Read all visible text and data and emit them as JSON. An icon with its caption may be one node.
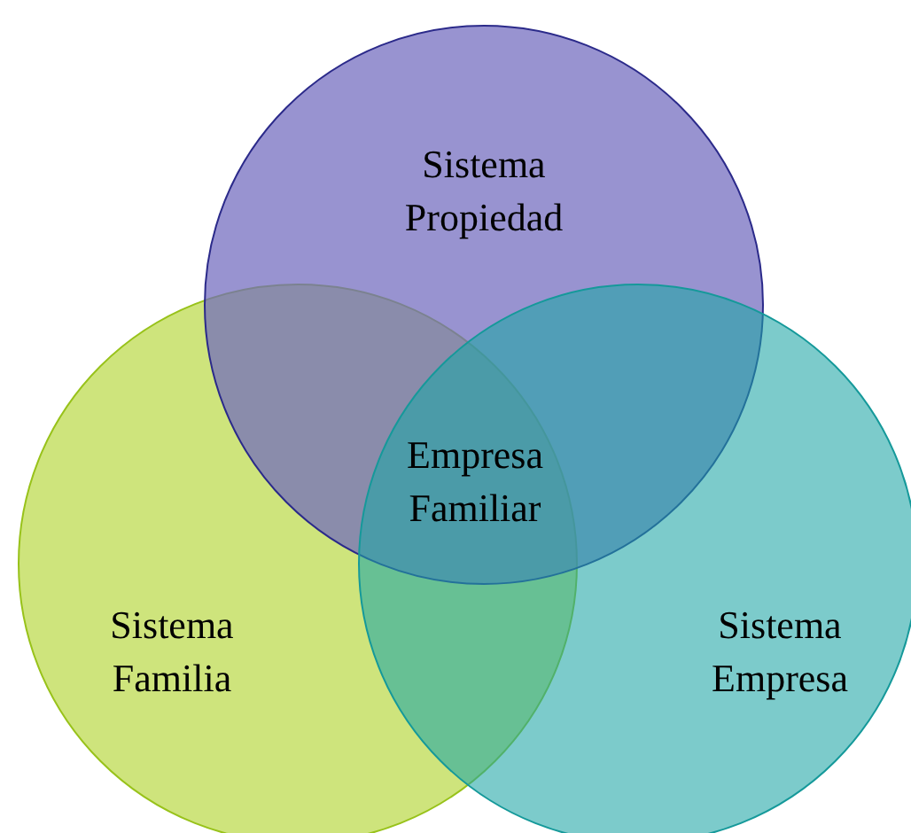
{
  "diagram": {
    "nodes": [
      {
        "text": [
          "Sistema Propiedad"
        ]
      },
      {
        "text": [
          "Sistema Familia"
        ]
      },
      {
        "text": [
          "Sistema Empresa"
        ]
      },
      {
        "text": [
          "Empresa Familiar"
        ]
      }
    ],
    "edges": []
  }
}
